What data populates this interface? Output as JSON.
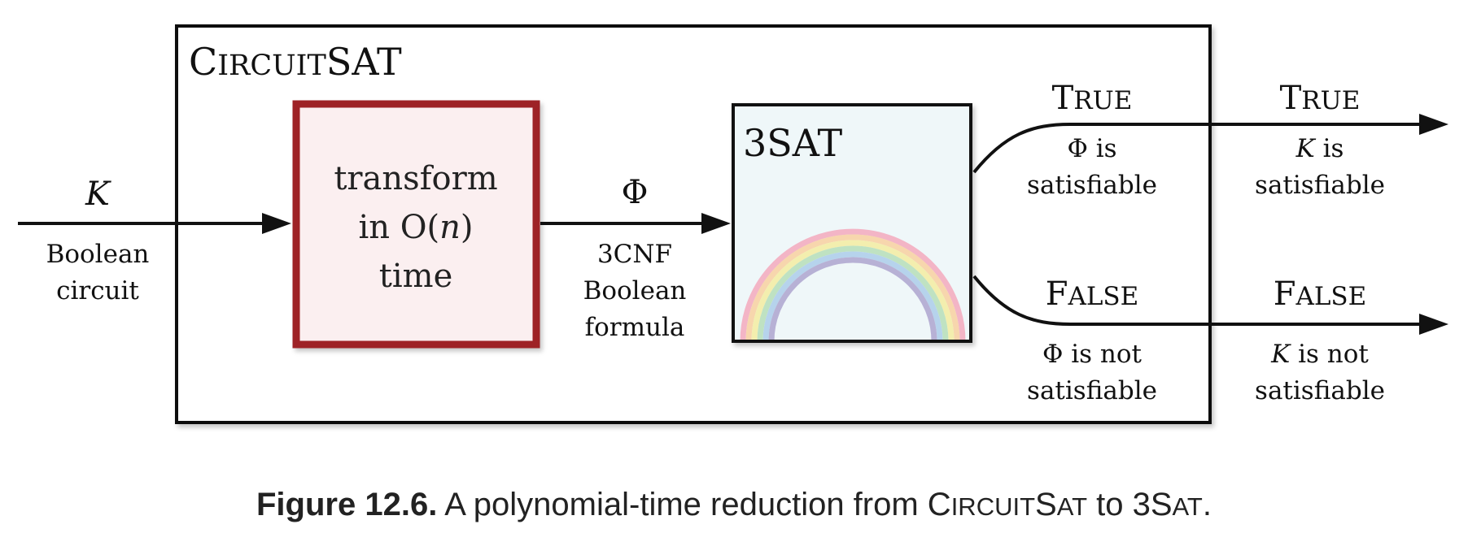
{
  "colors": {
    "stroke": "#111111",
    "transform_border": "#9e2128",
    "transform_fill": "#fbeff0",
    "threesat_fill": "#eff7f9",
    "rainbow": [
      "#f3b5c6",
      "#f7d6ad",
      "#f3eeae",
      "#bfe2c2",
      "#b6d3ec",
      "#b7b1d5"
    ]
  },
  "outer": {
    "title_cap": "C",
    "title_small": "IRCUIT",
    "title_rest": "SAT"
  },
  "input": {
    "symbol": "K",
    "line1": "Boolean",
    "line2": "circuit"
  },
  "transform": {
    "line1": "transform",
    "line2_pre": "in O(",
    "line2_var": "n",
    "line2_post": ")",
    "line3": "time"
  },
  "middle": {
    "symbol": "Φ",
    "line1": "3CNF",
    "line2": "Boolean",
    "line3": "formula"
  },
  "threesat": {
    "title": "3SAT"
  },
  "inner_true": {
    "cap": "T",
    "small": "RUE",
    "line1": "Φ is",
    "line2": "satisfiable"
  },
  "inner_false": {
    "cap": "F",
    "small": "ALSE",
    "line1": "Φ is not",
    "line2": "satisfiable"
  },
  "outer_true": {
    "cap": "T",
    "small": "RUE",
    "symbol": "K",
    "line1_rest": " is",
    "line2": "satisfiable"
  },
  "outer_false": {
    "cap": "F",
    "small": "ALSE",
    "symbol": "K",
    "line1_rest": " is not",
    "line2": "satisfiable"
  },
  "caption": {
    "label": "Figure 12.6.",
    "text_before": " A polynomial-time reduction from ",
    "circuitsat_cap": "C",
    "circuitsat_small": "IRCUIT",
    "circuitsat_cap2": "S",
    "circuitsat_small2": "AT",
    "text_mid": " to ",
    "threesat_cap": "3S",
    "threesat_small": "AT",
    "text_after": "."
  }
}
